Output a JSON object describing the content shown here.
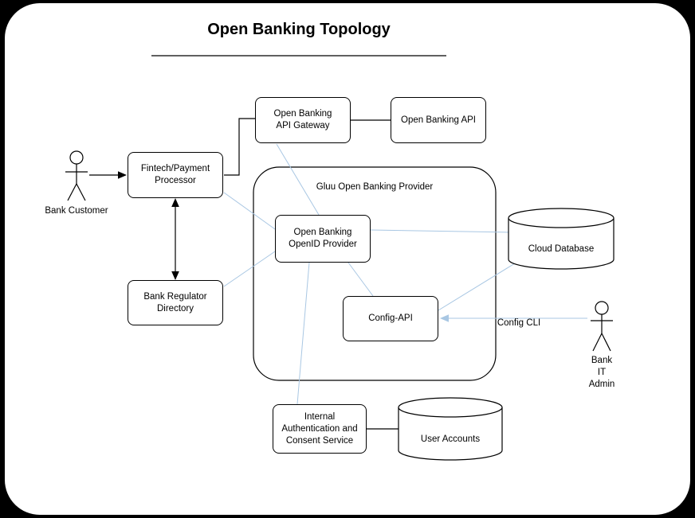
{
  "title": "Open Banking Topology",
  "colors": {
    "background": "#000000",
    "canvas": "#ffffff",
    "node_fill": "#ffffff",
    "node_stroke": "#000000",
    "connector_blue": "#a9c7e3"
  },
  "nodes": {
    "gateway": {
      "label": "Open Banking\nAPI Gateway"
    },
    "api": {
      "label": "Open Banking API"
    },
    "fintech": {
      "label": "Fintech/Payment\nProcessor"
    },
    "regulator": {
      "label": "Bank Regulator\nDirectory"
    },
    "gluu_container": {
      "label": "Gluu Open Banking Provider"
    },
    "openid": {
      "label": "Open Banking\nOpenID Provider"
    },
    "config_api": {
      "label": "Config-API"
    },
    "internal_auth": {
      "label": "Internal\nAuthentication and\nConsent Service"
    },
    "cloud_db": {
      "label": "Cloud Database"
    },
    "user_accounts": {
      "label": "User Accounts"
    }
  },
  "actors": {
    "customer": {
      "label": "Bank Customer"
    },
    "admin": {
      "label": "Bank\nIT\nAdmin"
    }
  },
  "edge_labels": {
    "config_cli": "Config CLI"
  }
}
